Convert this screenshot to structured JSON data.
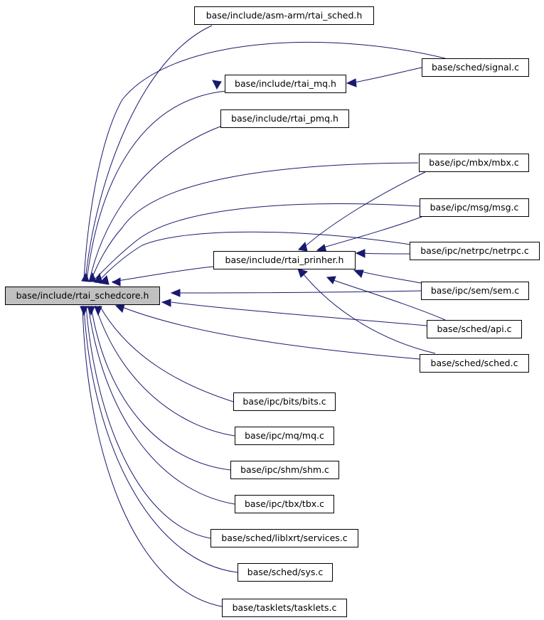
{
  "graph": {
    "edge_color": "#191970",
    "root_fill": "#c0c0c0",
    "root": "base/include/rtai_schedcore.h",
    "nodes": {
      "root": "base/include/rtai_schedcore.h",
      "asm_arm": "base/include/asm-arm/rtai_sched.h",
      "signal": "base/sched/signal.c",
      "rtai_mq": "base/include/rtai_mq.h",
      "rtai_pmq": "base/include/rtai_pmq.h",
      "mbx": "base/ipc/mbx/mbx.c",
      "msg": "base/ipc/msg/msg.c",
      "netrpc": "base/ipc/netrpc/netrpc.c",
      "prinher": "base/include/rtai_prinher.h",
      "sem": "base/ipc/sem/sem.c",
      "api": "base/sched/api.c",
      "sched": "base/sched/sched.c",
      "bits": "base/ipc/bits/bits.c",
      "mq": "base/ipc/mq/mq.c",
      "shm": "base/ipc/shm/shm.c",
      "tbx": "base/ipc/tbx/tbx.c",
      "services": "base/sched/liblxrt/services.c",
      "sys": "base/sched/sys.c",
      "tasklets": "base/tasklets/tasklets.c"
    },
    "edges": [
      [
        "asm_arm",
        "root"
      ],
      [
        "signal",
        "root"
      ],
      [
        "signal",
        "rtai_mq"
      ],
      [
        "rtai_mq",
        "root"
      ],
      [
        "rtai_pmq",
        "root"
      ],
      [
        "mbx",
        "root"
      ],
      [
        "msg",
        "root"
      ],
      [
        "netrpc",
        "root"
      ],
      [
        "prinher",
        "root"
      ],
      [
        "sem",
        "root"
      ],
      [
        "api",
        "root"
      ],
      [
        "sched",
        "root"
      ],
      [
        "bits",
        "root"
      ],
      [
        "mq",
        "root"
      ],
      [
        "shm",
        "root"
      ],
      [
        "tbx",
        "root"
      ],
      [
        "services",
        "root"
      ],
      [
        "sys",
        "root"
      ],
      [
        "tasklets",
        "root"
      ],
      [
        "mbx",
        "prinher"
      ],
      [
        "msg",
        "prinher"
      ],
      [
        "netrpc",
        "prinher"
      ],
      [
        "sem",
        "prinher"
      ],
      [
        "api",
        "prinher"
      ],
      [
        "sched",
        "prinher"
      ]
    ]
  }
}
